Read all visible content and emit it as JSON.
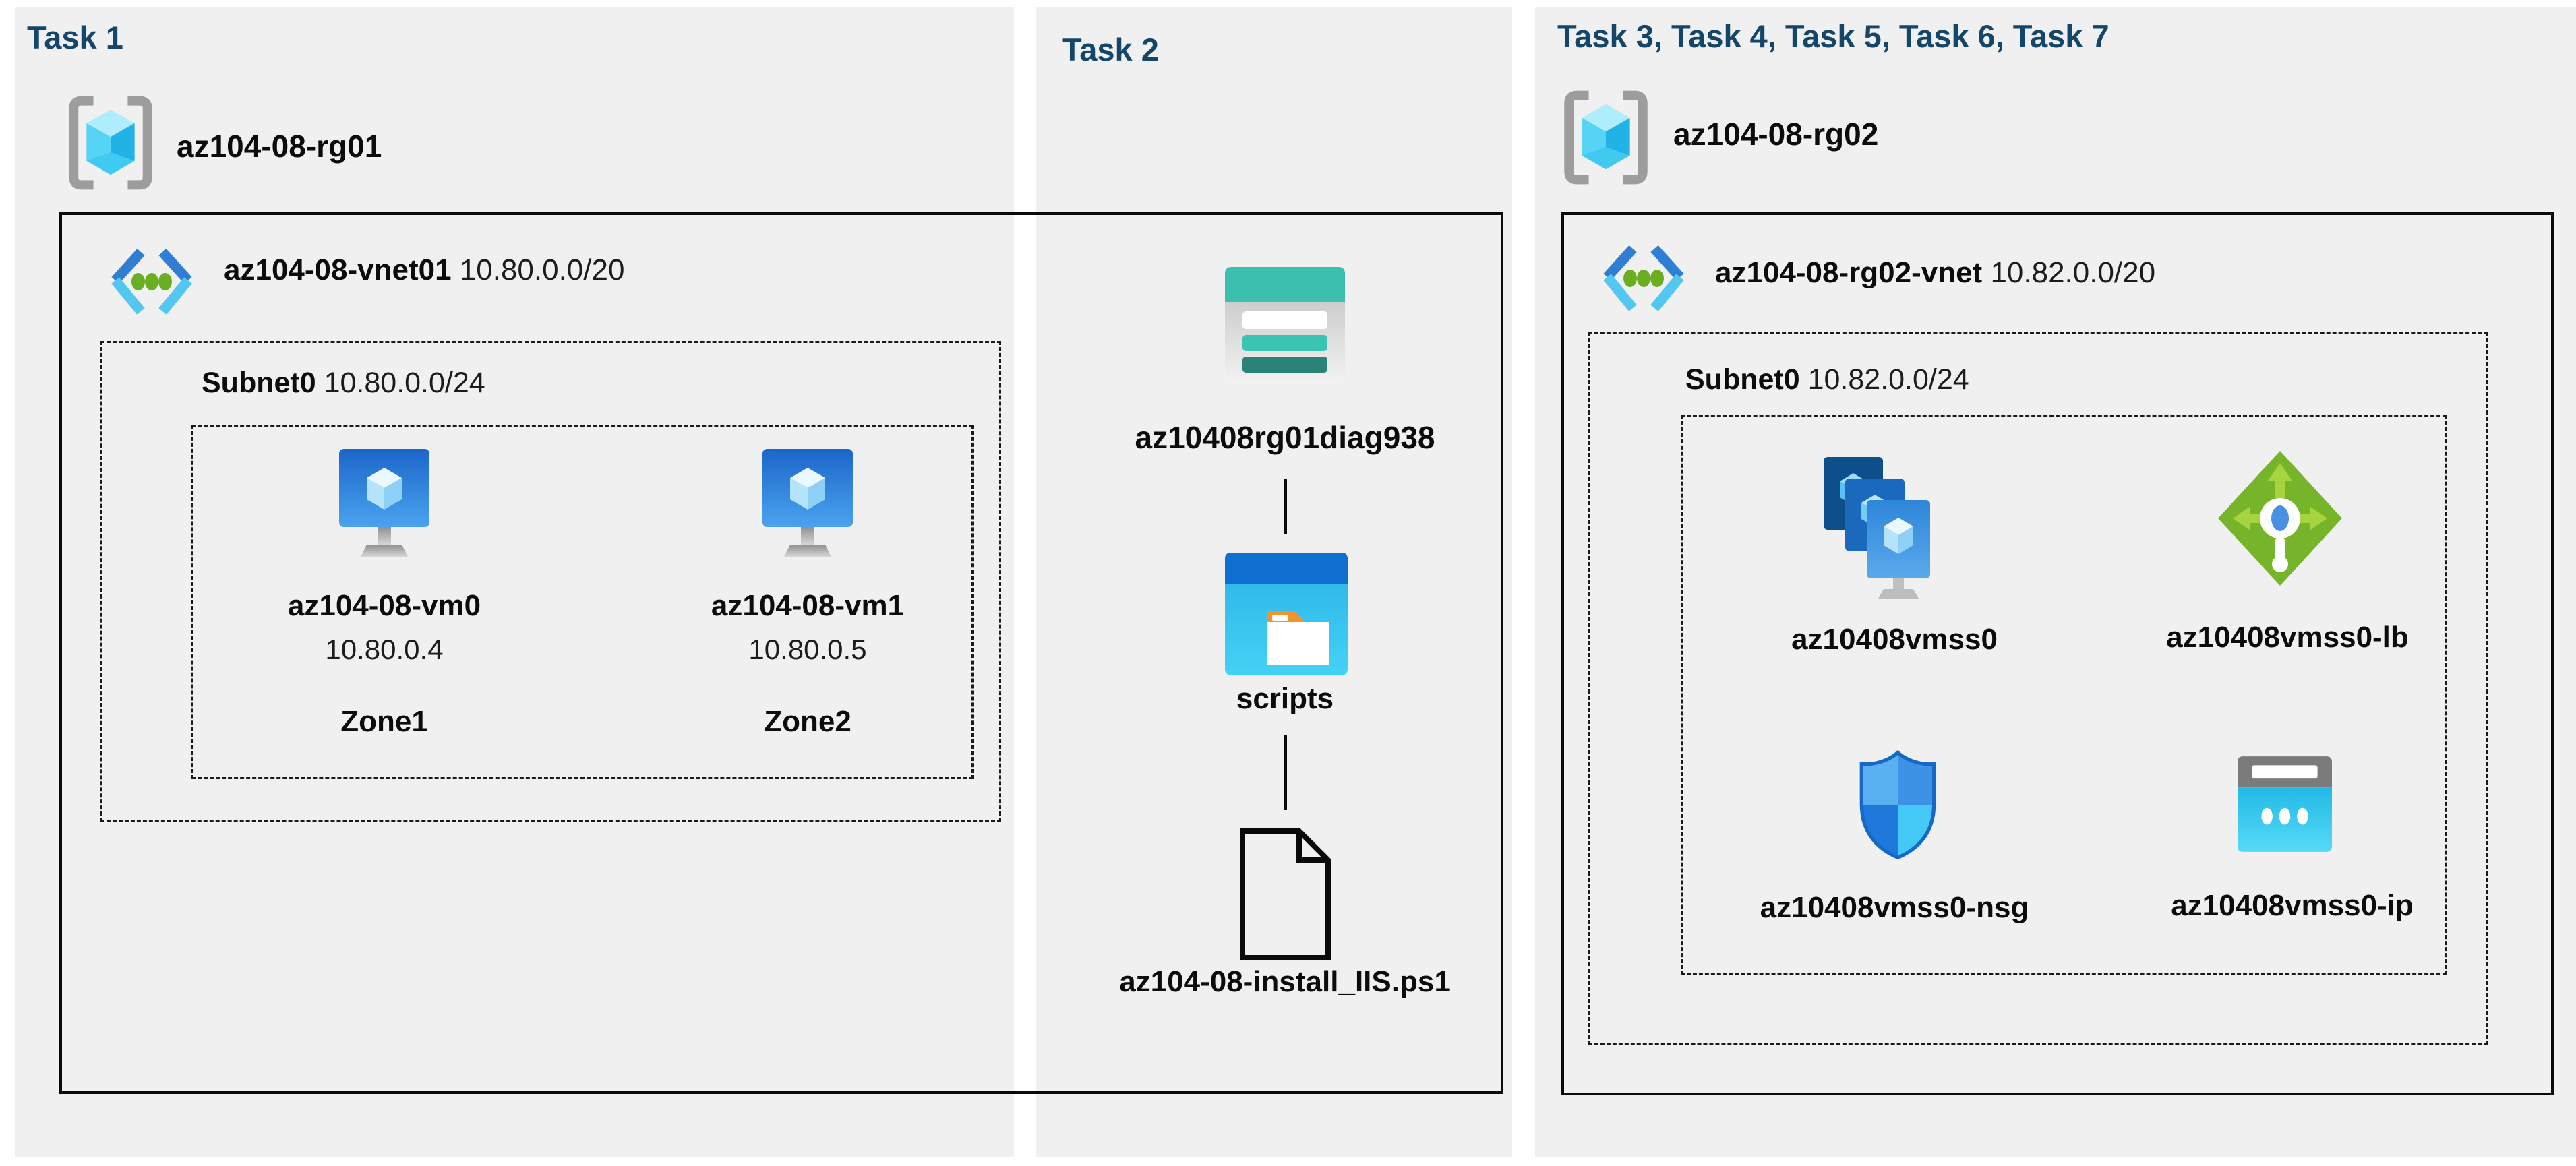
{
  "task1": {
    "header": "Task 1",
    "resource_group": "az104-08-rg01",
    "vnet_name": "az104-08-vnet01",
    "vnet_cidr": "10.80.0.0/20",
    "subnet_name": "Subnet0",
    "subnet_cidr": "10.80.0.0/24",
    "vms": [
      {
        "name": "az104-08-vm0",
        "ip": "10.80.0.4",
        "zone": "Zone1"
      },
      {
        "name": "az104-08-vm1",
        "ip": "10.80.0.5",
        "zone": "Zone2"
      }
    ]
  },
  "task2": {
    "header": "Task 2",
    "storage_account": "az10408rg01diag938",
    "folder": "scripts",
    "file": "az104-08-install_IIS.ps1"
  },
  "task3": {
    "header": "Task 3, Task 4, Task 5, Task 6, Task 7",
    "resource_group": "az104-08-rg02",
    "vnet_name": "az104-08-rg02-vnet",
    "vnet_cidr": "10.82.0.0/20",
    "subnet_name": "Subnet0",
    "subnet_cidr": "10.82.0.0/24",
    "resources": [
      {
        "name": "az10408vmss0",
        "icon": "vmss-icon"
      },
      {
        "name": "az10408vmss0-lb",
        "icon": "load-balancer-icon"
      },
      {
        "name": "az10408vmss0-nsg",
        "icon": "network-security-group-icon"
      },
      {
        "name": "az10408vmss0-ip",
        "icon": "public-ip-icon"
      }
    ]
  },
  "colors": {
    "panel_background": "#f0f0f1",
    "header_text": "#14466b",
    "storage_teal": "#3bbfae",
    "storage_teal_dark": "#2b8377",
    "folder_blue_header": "#0f6fd0",
    "folder_blue_body": "#35c4ec",
    "folder_tab_orange": "#f0952c",
    "vm_blue": "#1b66c9",
    "lb_green": "#76b529",
    "nsg_blue": "#2f8fe4",
    "ip_cyan": "#2cc3ec",
    "ip_gray": "#7b7b7b",
    "rg_cube_cyan": "#3ec6ef",
    "vnet_green_dot": "#6aae22"
  }
}
